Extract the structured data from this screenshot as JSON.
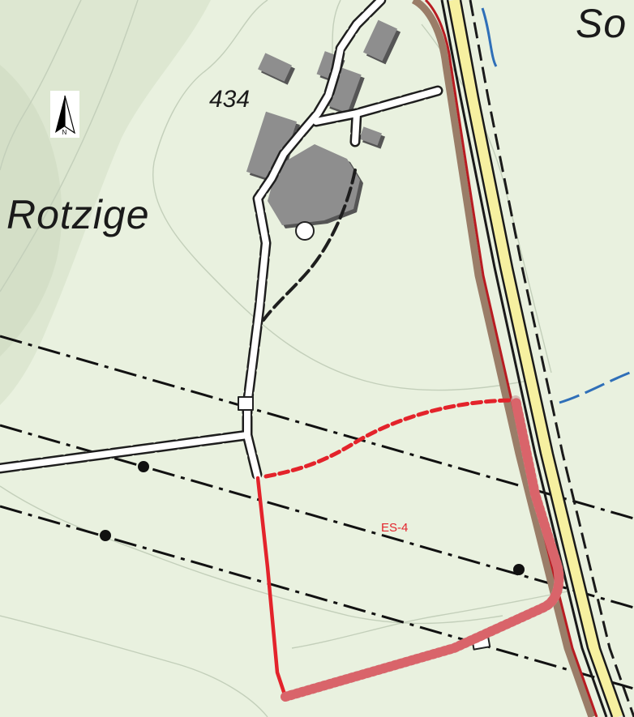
{
  "map": {
    "labels": {
      "place_name": "Rotzige",
      "elevation": "434",
      "corner_label": "So",
      "zone_label": "ES-4"
    },
    "north_arrow": {
      "letter": "N"
    },
    "colors": {
      "background": "#e9f1df",
      "hill_shade": "#d9e4cc",
      "contour": "#c7d4be",
      "road_fill": "#ffffff",
      "road_casing": "#1e1e1e",
      "building": "#8e8e8e",
      "highway_fill": "#f6f0a0",
      "highway_red": "#b81c22",
      "highway_brown": "#9a7d68",
      "water": "#2f6fb8",
      "zone_red": "#e3232b",
      "zone_hatch": "#d9646a",
      "zone_hatch_glow": "#c9a7a3"
    }
  }
}
